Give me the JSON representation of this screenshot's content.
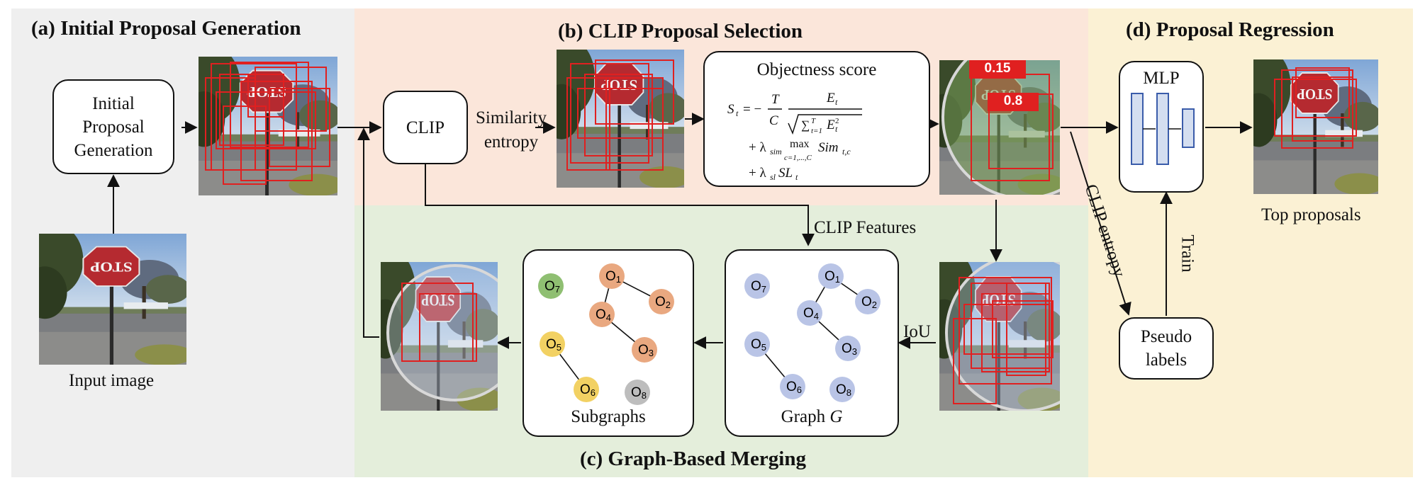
{
  "panels": {
    "a": {
      "title": "(a) Initial Proposal Generation",
      "color": "#efefef"
    },
    "b": {
      "title": "(b) CLIP Proposal Selection",
      "color": "#fbe6da"
    },
    "c": {
      "title": "(c) Graph-Based Merging",
      "color": "#e4eedb"
    },
    "d": {
      "title": "(d) Proposal Regression",
      "color": "#fbf1d4"
    }
  },
  "boxes": {
    "initial_generation": "Initial Proposal Generation",
    "clip": "CLIP",
    "objectness_title": "Objectness score",
    "mlp": "MLP",
    "pseudo_labels": "Pseudo labels",
    "subgraphs": "Subgraphs",
    "graph_prefix": "Graph ",
    "graph_var": "G"
  },
  "labels": {
    "input_image": "Input image",
    "similarity_entropy": "Similarity entropy",
    "clip_features": "CLIP Features",
    "iou": "IoU",
    "clip_entropy": "CLIP entropy",
    "train": "Train",
    "top_proposals": "Top proposals"
  },
  "scores": {
    "s1": "0.15",
    "s2": "0.8"
  },
  "image_text": "STOP",
  "nodes_sub": [
    {
      "id": "O",
      "sub": "7",
      "color": "#8fbf72"
    },
    {
      "id": "O",
      "sub": "1",
      "color": "#e9a880"
    },
    {
      "id": "O",
      "sub": "2",
      "color": "#e9a880"
    },
    {
      "id": "O",
      "sub": "4",
      "color": "#e9a880"
    },
    {
      "id": "O",
      "sub": "3",
      "color": "#e9a880"
    },
    {
      "id": "O",
      "sub": "5",
      "color": "#f2d163"
    },
    {
      "id": "O",
      "sub": "6",
      "color": "#f2d163"
    },
    {
      "id": "O",
      "sub": "8",
      "color": "#bdbdbd"
    }
  ],
  "nodes_graph": [
    {
      "id": "O",
      "sub": "7",
      "color": "#b9c4e6"
    },
    {
      "id": "O",
      "sub": "1",
      "color": "#b9c4e6"
    },
    {
      "id": "O",
      "sub": "2",
      "color": "#b9c4e6"
    },
    {
      "id": "O",
      "sub": "4",
      "color": "#b9c4e6"
    },
    {
      "id": "O",
      "sub": "3",
      "color": "#b9c4e6"
    },
    {
      "id": "O",
      "sub": "5",
      "color": "#b9c4e6"
    },
    {
      "id": "O",
      "sub": "6",
      "color": "#b9c4e6"
    },
    {
      "id": "O",
      "sub": "8",
      "color": "#b9c4e6"
    }
  ]
}
